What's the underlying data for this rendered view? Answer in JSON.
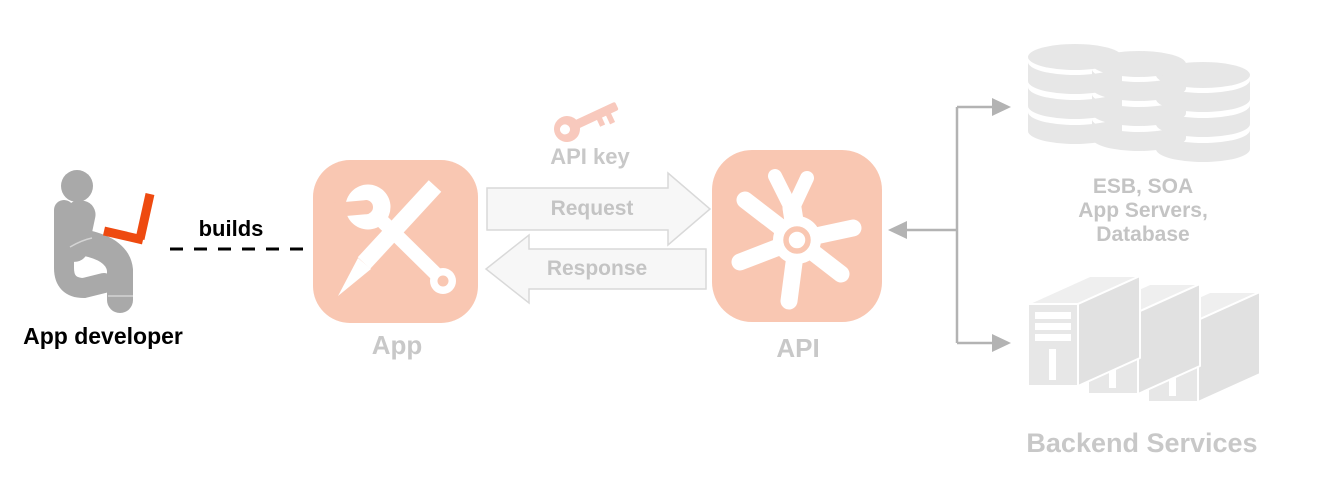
{
  "colors": {
    "salmon": "#f9c7b2",
    "key_pink": "#f8c9bd",
    "orange": "#ee4a10",
    "person_gray": "#a9a9a9",
    "shape_gray": "#e7e7e7",
    "shape_gray_dark": "#e1e1e1",
    "shape_gray_light": "#efefef",
    "connector": "#b3b3b3",
    "arrow_fill": "#f7f7f7",
    "arrow_stroke": "#d9d9d9",
    "label_gray": "#c8c8c8",
    "faint_gray": "#c4c4c4",
    "black": "#000000"
  },
  "diagram": {
    "developer": {
      "label": "App developer",
      "icon": "person-at-laptop-icon"
    },
    "builds_edge": {
      "label": "builds",
      "style": "dashed"
    },
    "app_node": {
      "label": "App",
      "icon": "wrench-pencil-icon"
    },
    "key": {
      "label": "API key",
      "icon": "key-icon"
    },
    "request_arrow": {
      "label": "Request"
    },
    "response_arrow": {
      "label": "Response"
    },
    "api_node": {
      "label": "API",
      "icon": "pinwheel-gear-icon"
    },
    "esb_node": {
      "label": "ESB, SOA\nApp Servers,\nDatabase",
      "icon": "database-stack-icon"
    },
    "backend_node": {
      "label": "Backend Services",
      "icon": "server-towers-icon"
    }
  }
}
